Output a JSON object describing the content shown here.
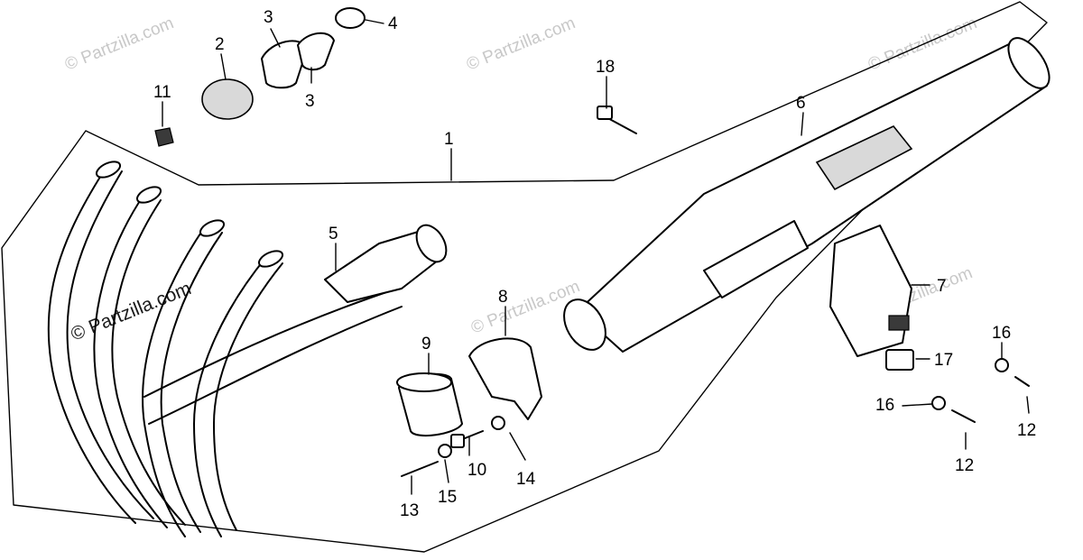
{
  "watermark": {
    "light_text": "© Partzilla.com",
    "dark_text": "© Partzilla.com"
  },
  "callouts": {
    "c1": "1",
    "c2": "2",
    "c3a": "3",
    "c3b": "3",
    "c4": "4",
    "c5": "5",
    "c6": "6",
    "c7": "7",
    "c8": "8",
    "c9": "9",
    "c10": "10",
    "c11": "11",
    "c12a": "12",
    "c12b": "12",
    "c13": "13",
    "c14": "14",
    "c15": "15",
    "c16a": "16",
    "c16b": "16",
    "c17": "17",
    "c18": "18"
  }
}
